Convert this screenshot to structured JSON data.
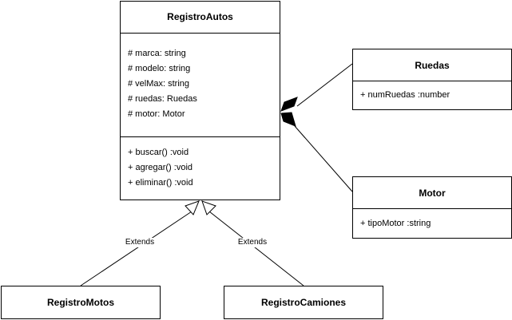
{
  "classes": {
    "registro_autos": {
      "name": "RegistroAutos",
      "attributes": [
        "# marca: string",
        "# modelo: string",
        "# velMax: string",
        "# ruedas: Ruedas",
        "# motor: Motor"
      ],
      "methods": [
        "+ buscar() :void",
        "+ agregar() :void",
        "+ eliminar() :void"
      ]
    },
    "ruedas": {
      "name": "Ruedas",
      "attributes": [
        "+ numRuedas :number"
      ]
    },
    "motor": {
      "name": "Motor",
      "attributes": [
        "+ tipoMotor :string"
      ]
    },
    "registro_motos": {
      "name": "RegistroMotos"
    },
    "registro_camiones": {
      "name": "RegistroCamiones"
    }
  },
  "relations": {
    "extends_motos": {
      "type": "generalization",
      "label": "Extends"
    },
    "extends_camiones": {
      "type": "generalization",
      "label": "Extends"
    },
    "ruedas_composition": {
      "type": "composition"
    },
    "motor_composition": {
      "type": "composition"
    }
  },
  "colors": {
    "stroke": "#000000",
    "fill": "#ffffff"
  }
}
